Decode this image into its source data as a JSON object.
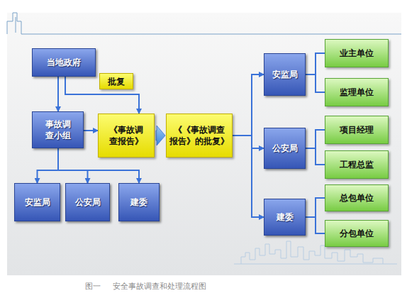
{
  "diagram": {
    "caption": "图一 安全事故调查和处理流程图",
    "nodes": [
      {
        "text": [
          "当地政府"
        ]
      },
      {
        "text": [
          "批复"
        ]
      },
      {
        "text": [
          "事故调 查小组"
        ]
      },
      {
        "text": [
          "《事故调 查报告》"
        ]
      },
      {
        "text": [
          "《《事故调查 报告》的批复》"
        ]
      },
      {
        "text": [
          "安监局"
        ]
      },
      {
        "text": [
          "公安局"
        ]
      },
      {
        "text": [
          "建委"
        ]
      },
      {
        "text": [
          "安监局"
        ]
      },
      {
        "text": [
          "业主单位"
        ]
      },
      {
        "text": [
          "监理单位"
        ]
      },
      {
        "text": [
          "公安局"
        ]
      },
      {
        "text": [
          "项目经理"
        ]
      },
      {
        "text": [
          "工程总监"
        ]
      },
      {
        "text": [
          "建委"
        ]
      },
      {
        "text": [
          "总包单位"
        ]
      },
      {
        "text": [
          "分包单位"
        ]
      }
    ],
    "edges": [
      {
        "from": 0,
        "to": 2,
        "arrow": "to"
      },
      {
        "from": 0,
        "to": 3,
        "arrow": "to"
      },
      {
        "from": 2,
        "to": 3,
        "arrow": "to"
      },
      {
        "from": 3,
        "to": 4,
        "arrow": "to"
      },
      {
        "from": 2,
        "to": 5,
        "arrow": "to"
      },
      {
        "from": 2,
        "to": 6,
        "arrow": "to"
      },
      {
        "from": 2,
        "to": 7,
        "arrow": "to"
      },
      {
        "from": 4,
        "to": 8,
        "arrow": "to"
      },
      {
        "from": 4,
        "to": 11,
        "arrow": "to"
      },
      {
        "from": 4,
        "to": 14,
        "arrow": "to"
      },
      {
        "from": 8,
        "to": 9,
        "arrow": "none"
      },
      {
        "from": 8,
        "to": 10,
        "arrow": "none"
      },
      {
        "from": 11,
        "to": 12,
        "arrow": "none"
      },
      {
        "from": 11,
        "to": 13,
        "arrow": "none"
      },
      {
        "from": 14,
        "to": 15,
        "arrow": "none"
      },
      {
        "from": 14,
        "to": 16,
        "arrow": "none"
      }
    ]
  }
}
